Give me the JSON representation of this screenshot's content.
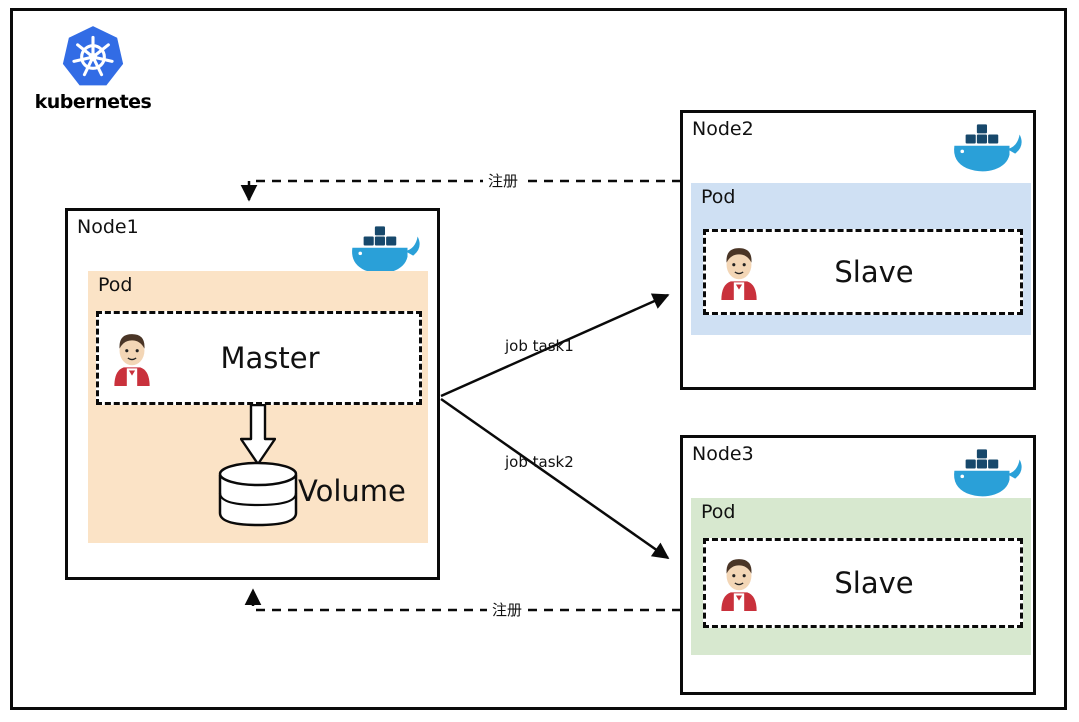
{
  "logo": {
    "label": "kubernetes",
    "icon": "kubernetes-helm-icon"
  },
  "nodes": {
    "node1": {
      "title": "Node1",
      "pod_label": "Pod",
      "container": "Master",
      "volume_label": "Volume"
    },
    "node2": {
      "title": "Node2",
      "pod_label": "Pod",
      "container": "Slave"
    },
    "node3": {
      "title": "Node3",
      "pod_label": "Pod",
      "container": "Slave"
    }
  },
  "edges": {
    "register_top": {
      "label": "注册",
      "style": "dashed",
      "from": "Node2",
      "to": "Node1"
    },
    "job_task1": {
      "label": "job task1",
      "style": "solid",
      "from": "Node1",
      "to": "Node2"
    },
    "job_task2": {
      "label": "job task2",
      "style": "solid",
      "from": "Node1",
      "to": "Node3"
    },
    "register_bottom": {
      "label": "注册",
      "style": "dashed",
      "from": "Node3",
      "to": "Node1"
    }
  },
  "icons": {
    "kubernetes": "kubernetes-helm-icon",
    "docker": "docker-whale-icon",
    "jenkins": "jenkins-butler-icon",
    "volume": "volume-cylinder-icon",
    "flow": "down-block-arrow-icon"
  },
  "colors": {
    "pod_orange": "#fbe3c6",
    "pod_blue": "#cfe0f3",
    "pod_green": "#d7e8cf",
    "kubernetes_blue": "#326ce5",
    "docker_blue": "#2aa0d8",
    "docker_navy": "#17486b",
    "jenkins_red": "#c9313c",
    "jenkins_skin": "#f3d6b6",
    "line_black": "#0a0a0a"
  }
}
